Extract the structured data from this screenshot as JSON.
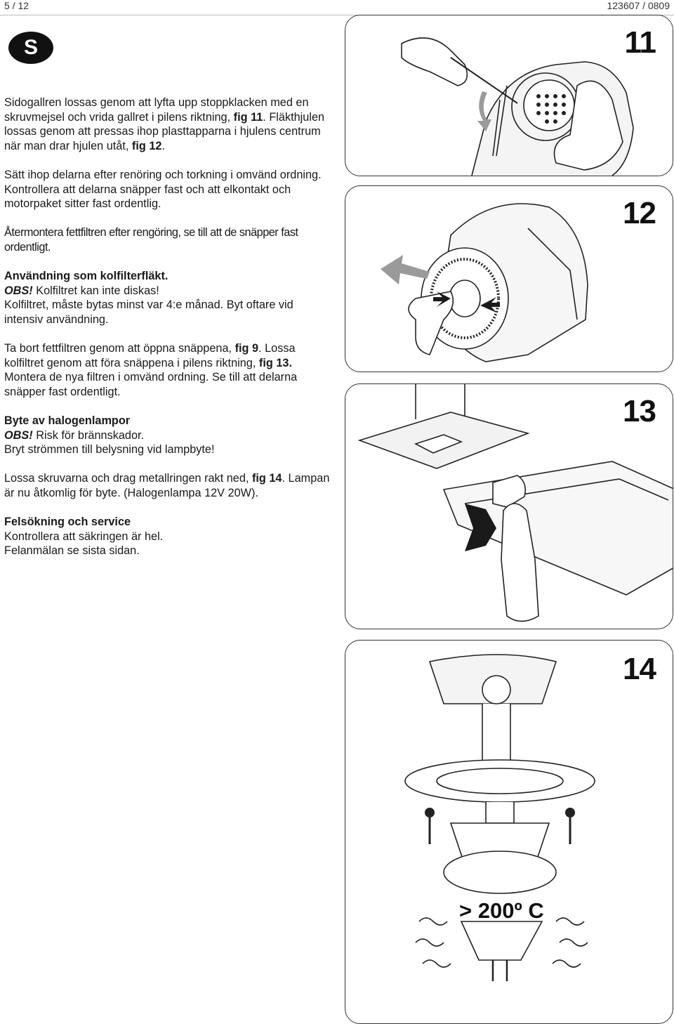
{
  "header": {
    "page": "5 / 12",
    "doc_code": "123607 / 0809"
  },
  "language_badge": "S",
  "paragraphs": {
    "p1": {
      "s1": "Sidogallren lossas genom att lyfta upp stoppklacken med en skruvmejsel och vrida gallret i pilens riktning, ",
      "s1_ref": "fig 11",
      "s2": ". Fläkthjulen lossas genom att pressas ihop plasttapparna i hjulens centrum när man drar hjulen utåt, ",
      "s2_ref": "fig 12",
      "s3": "."
    },
    "p2": "Sätt ihop delarna efter renöring och torkning i omvänd ordning. Kontrollera att delarna snäpper fast och att elkontakt och motorpaket sitter fast ordentlig.",
    "p3": "Återmontera fettfiltren efter rengöring, se till att de snäpper fast ordentligt.",
    "p4": {
      "heading": "Användning som kolfilterfläkt.",
      "obs": "OBS!",
      "line1": " Kolfiltret kan inte diskas!",
      "line2": "Kolfiltret, måste bytas minst var 4:e månad. Byt oftare vid intensiv användning."
    },
    "p5": {
      "s1": "Ta bort fettfiltren genom att öppna snäppena, ",
      "s1_ref": "fig 9",
      "s2": ". Lossa kolfiltret genom att föra snäppena i pilens riktning, ",
      "s2_ref": "fig 13.",
      "s3": " Montera de nya filtren i omvänd ordning. Se till att delarna snäpper fast ordentligt."
    },
    "p6": {
      "heading": "Byte av halogenlampor",
      "obs": "OBS!",
      "line1": " Risk för brännskador.",
      "line2": "Bryt strömmen till belysning vid lampbyte!"
    },
    "p7": {
      "s1": "Lossa skruvarna och drag metallringen rakt ned, ",
      "s1_ref": "fig 14",
      "s2": ". Lampan är nu åtkomlig för byte. (Halogenlampa 12V 20W)."
    },
    "p8": {
      "heading": "Felsökning och service",
      "line1": "Kontrollera att säkringen är hel.",
      "line2": "Felanmälan se sista sidan."
    }
  },
  "figures": {
    "fig11": "11",
    "fig12": "12",
    "fig13": "13",
    "fig14": "14",
    "temperature_label": "> 200º C"
  },
  "colors": {
    "line": "#222222",
    "arrow_gray": "#9a9a9a",
    "arrow_dark": "#1a1a1a"
  }
}
